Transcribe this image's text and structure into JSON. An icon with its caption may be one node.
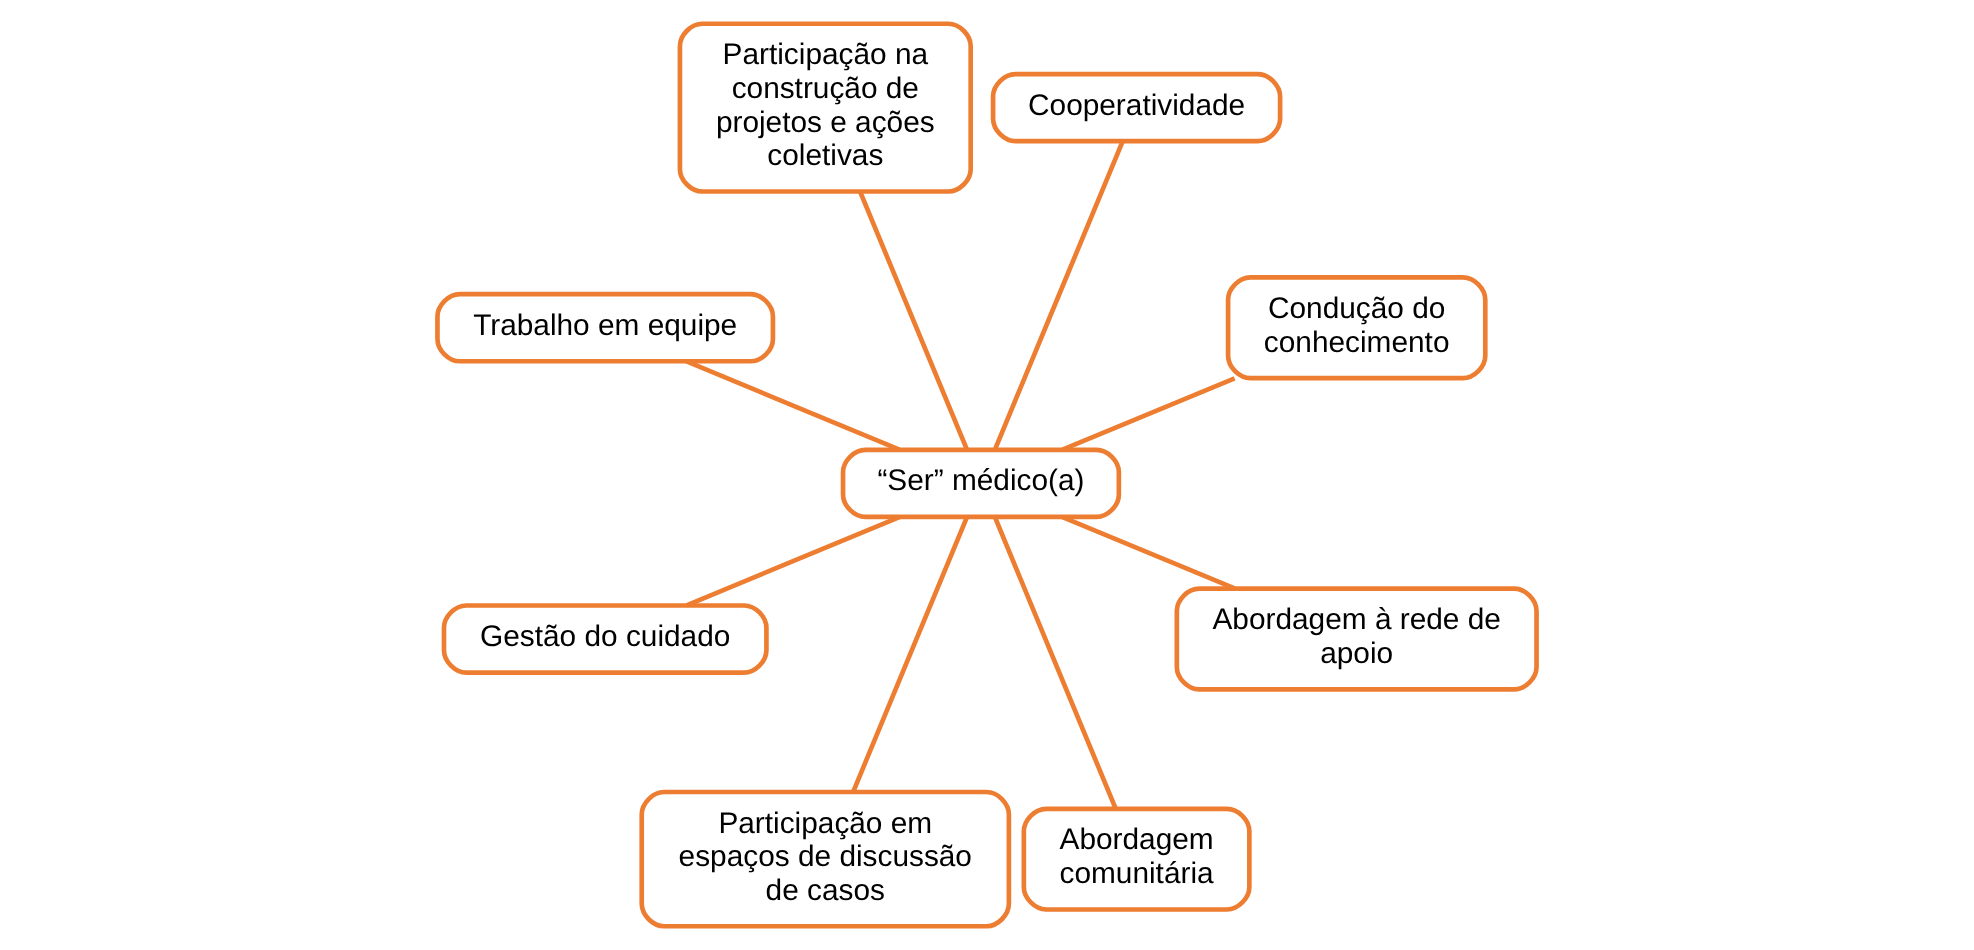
{
  "diagram": {
    "nodes": [
      {
        "text": [
          "Condução do conhecimento"
        ]
      },
      {
        "text": [
          "Cooperatividade"
        ]
      },
      {
        "text": [
          "Participação na construção de projetos e ações coletivas"
        ]
      },
      {
        "text": [
          "Trabalho em equipe"
        ]
      },
      {
        "text": [
          "“Ser” médico(a)"
        ]
      },
      {
        "text": [
          "Gestão do cuidado"
        ]
      },
      {
        "text": [
          "Participação em espaços de discussão de casos"
        ]
      },
      {
        "text": [
          "Abordagem comunitária"
        ]
      },
      {
        "text": [
          "Abordagem à rede de apoio"
        ]
      }
    ],
    "edges": [
      {
        "from": 4,
        "to": 1,
        "arrow": "none"
      },
      {
        "from": 4,
        "to": 2,
        "arrow": "none"
      },
      {
        "from": 4,
        "to": 5,
        "arrow": "none"
      },
      {
        "from": 4,
        "to": 8,
        "arrow": "none"
      },
      {
        "from": 4,
        "to": 7,
        "arrow": "none"
      },
      {
        "from": 4,
        "to": 6,
        "arrow": "none"
      },
      {
        "from": 4,
        "to": 3,
        "arrow": "none"
      },
      {
        "from": 4,
        "to": 0,
        "arrow": "none"
      }
    ]
  }
}
